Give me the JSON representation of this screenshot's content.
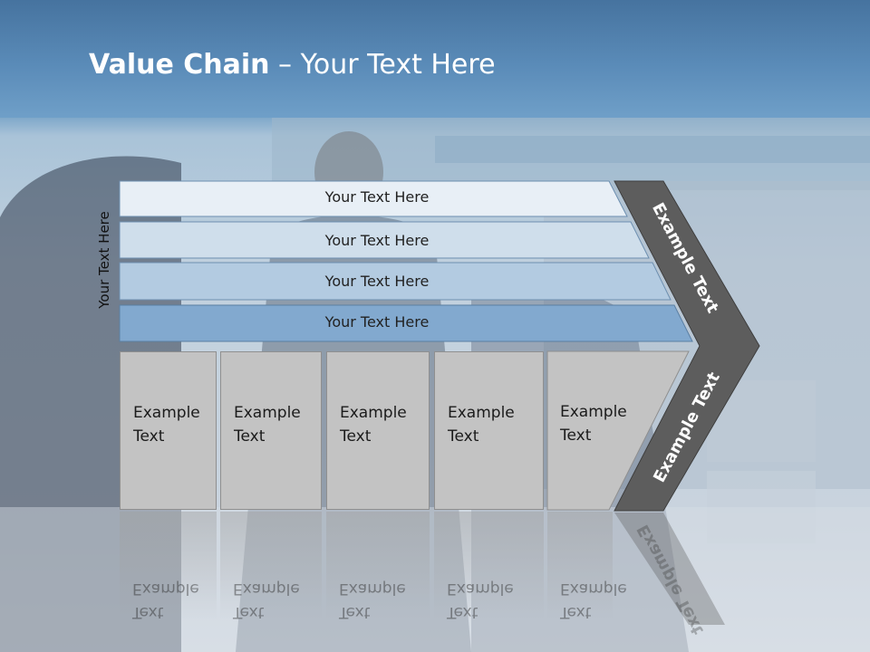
{
  "slide": {
    "title_bold": "Value Chain",
    "title_rest": " – Your Text Here",
    "side_label": "Your Text Here",
    "bands": [
      {
        "label": "Your Text Here"
      },
      {
        "label": "Your Text Here"
      },
      {
        "label": "Your Text Here"
      },
      {
        "label": "Your Text Here"
      }
    ],
    "cards": [
      {
        "line1": "Example",
        "line2": "Text"
      },
      {
        "line1": "Example",
        "line2": "Text"
      },
      {
        "line1": "Example",
        "line2": "Text"
      },
      {
        "line1": "Example",
        "line2": "Text"
      },
      {
        "line1": "Example",
        "line2": "Text"
      }
    ],
    "chevron_top_label": "Example Text",
    "chevron_bottom_label": "Example Text"
  }
}
